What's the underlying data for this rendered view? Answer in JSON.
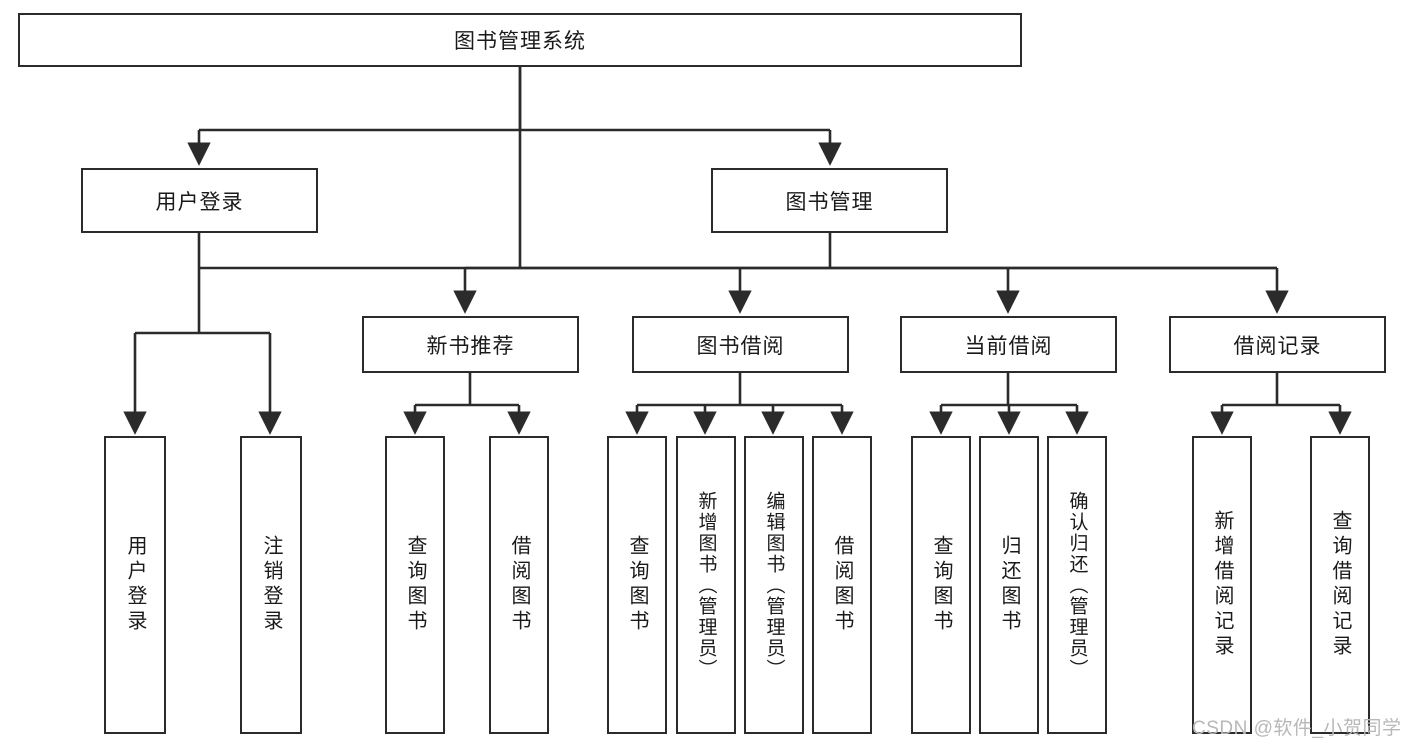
{
  "diagram": {
    "title": "图书管理系统",
    "type": "hierarchy-tree",
    "root": {
      "label": "图书管理系统"
    },
    "level2": [
      {
        "id": "user-login",
        "label": "用户登录"
      },
      {
        "id": "book-management",
        "label": "图书管理"
      }
    ],
    "level3": [
      {
        "id": "new-book-recommend",
        "label": "新书推荐",
        "parent": "book-management"
      },
      {
        "id": "book-borrow",
        "label": "图书借阅",
        "parent": "book-management"
      },
      {
        "id": "current-borrow",
        "label": "当前借阅",
        "parent": "book-management"
      },
      {
        "id": "borrow-record",
        "label": "借阅记录",
        "parent": "book-management"
      }
    ],
    "leaves": [
      {
        "id": "leaf-user-login",
        "label": "用户登录",
        "parent": "user-login"
      },
      {
        "id": "leaf-logout-login",
        "label": "注销登录",
        "parent": "user-login"
      },
      {
        "id": "leaf-query-book-1",
        "label": "查询图书",
        "parent": "new-book-recommend"
      },
      {
        "id": "leaf-borrow-book-1",
        "label": "借阅图书",
        "parent": "new-book-recommend"
      },
      {
        "id": "leaf-query-book-2",
        "label": "查询图书",
        "parent": "book-borrow"
      },
      {
        "id": "leaf-add-book",
        "label": "新增图书（管理员）",
        "parent": "book-borrow"
      },
      {
        "id": "leaf-edit-book",
        "label": "编辑图书（管理员）",
        "parent": "book-borrow"
      },
      {
        "id": "leaf-borrow-book-2",
        "label": "借阅图书",
        "parent": "book-borrow"
      },
      {
        "id": "leaf-query-book-3",
        "label": "查询图书",
        "parent": "current-borrow"
      },
      {
        "id": "leaf-return-book",
        "label": "归还图书",
        "parent": "current-borrow"
      },
      {
        "id": "leaf-confirm-return",
        "label": "确认归还（管理员）",
        "parent": "current-borrow"
      },
      {
        "id": "leaf-add-record",
        "label": "新增借阅记录",
        "parent": "borrow-record"
      },
      {
        "id": "leaf-query-record",
        "label": "查询借阅记录",
        "parent": "borrow-record"
      }
    ],
    "colors": {
      "stroke": "#2b2b2b",
      "fill": "#ffffff",
      "text": "#1a1a1a",
      "watermark": "#b8b8b8"
    }
  },
  "watermark": {
    "text": "CSDN @软件_小贺同学"
  }
}
